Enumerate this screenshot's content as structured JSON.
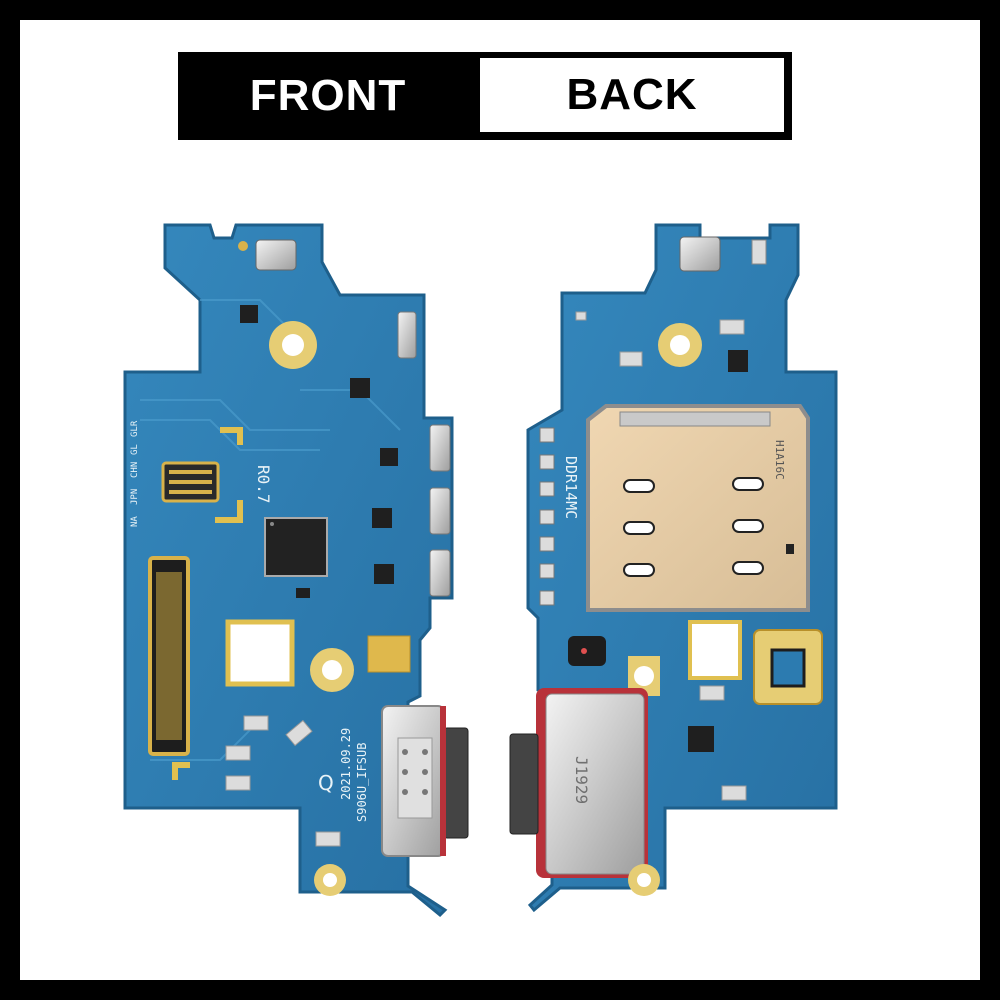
{
  "labels": {
    "front": "FRONT",
    "back": "BACK"
  },
  "front_board": {
    "revision": "R0.7",
    "date_code": "2021.09.29",
    "part_code": "S906U_IFSUB",
    "region_marks": [
      "NA",
      "JPN",
      "CHN",
      "GL",
      "GLR"
    ]
  },
  "back_board": {
    "memory_label": "DDR14MC",
    "connector_stamp": "J1929",
    "sim_tray_marking": "H1A16C"
  },
  "colors": {
    "pcb": "#2c7bb0",
    "pcb_edge": "#1f5f8c",
    "gold": "#d8b24a",
    "frame": "#000000",
    "background": "#ffffff"
  }
}
